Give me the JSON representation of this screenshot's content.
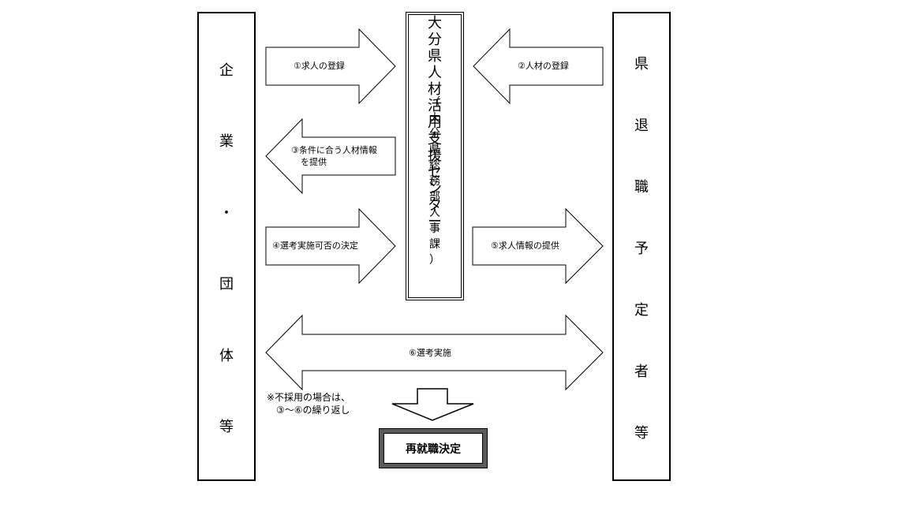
{
  "left_box": {
    "chars": [
      "企",
      "業",
      "・",
      "団",
      "体",
      "等"
    ]
  },
  "right_box": {
    "chars": [
      "県",
      "退",
      "職",
      "予",
      "定",
      "者",
      "等"
    ]
  },
  "center_box": {
    "main_chars": [
      "大",
      "分",
      "県",
      "人",
      "材",
      "活",
      "用",
      "支",
      "援",
      "セ",
      "ン",
      "タ",
      "ー"
    ],
    "sub_chars": [
      "（",
      "大",
      "分",
      "県",
      "総",
      "務",
      "部",
      "人",
      "事",
      "課",
      "）"
    ]
  },
  "arrows": {
    "a1": "①求人の登録",
    "a2": "②人材の登録",
    "a3_line1": "③条件に合う人材情報",
    "a3_line2": "を提供",
    "a4": "④選考実施可否の決定",
    "a5": "⑤求人情報の提供",
    "a6": "⑥選考実施"
  },
  "note": {
    "line1": "※不採用の場合は、",
    "line2": "　③～⑥の繰り返し"
  },
  "result": "再就職決定"
}
